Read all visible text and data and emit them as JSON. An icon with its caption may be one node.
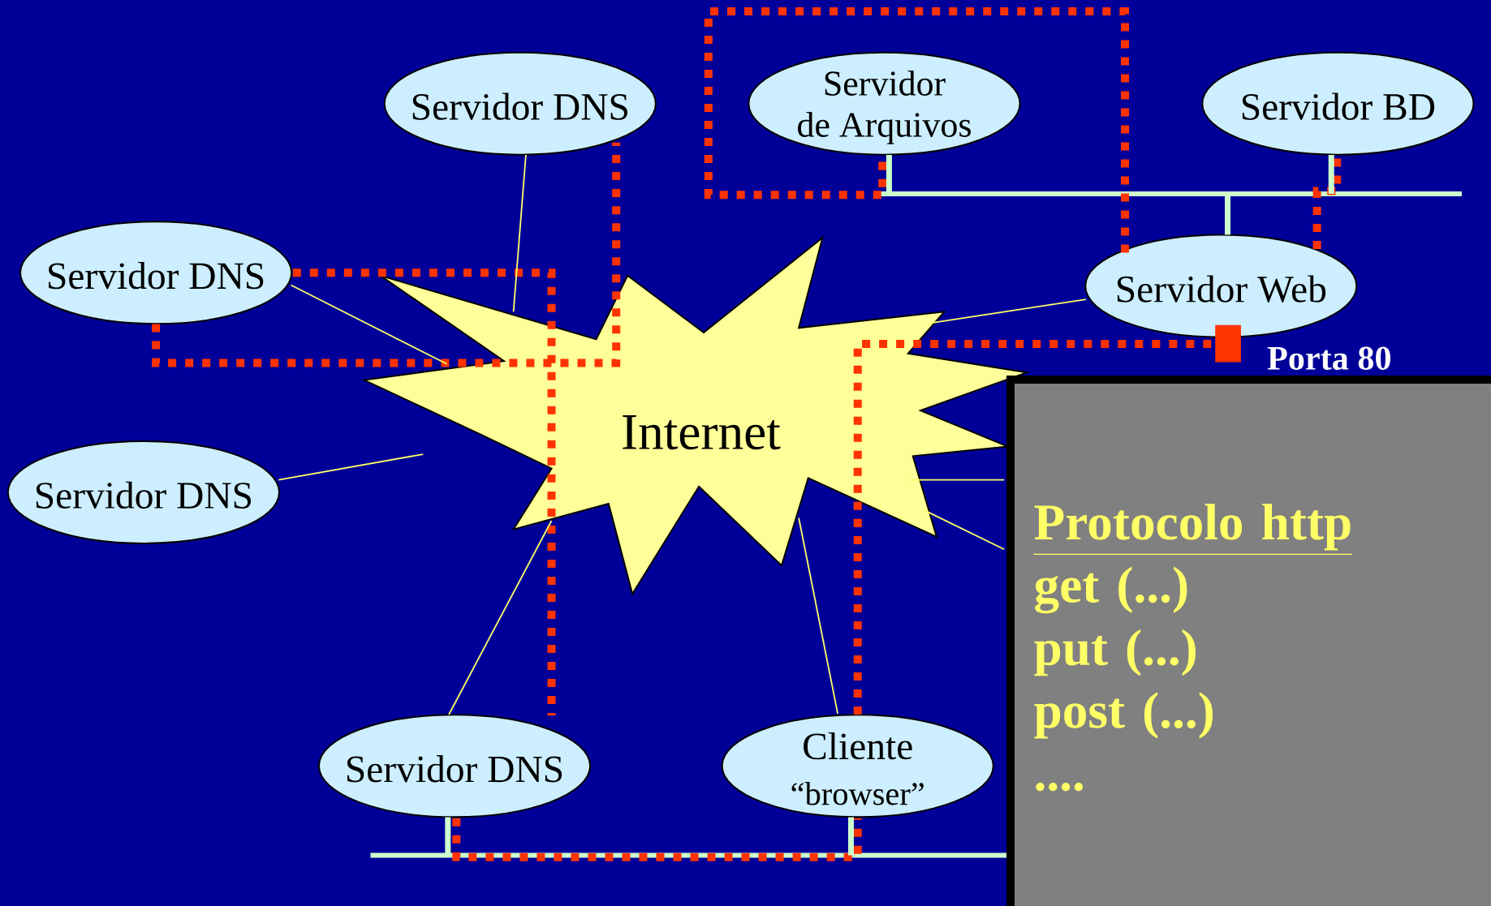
{
  "diagram": {
    "nodes": [
      {
        "text": [
          "Internet"
        ]
      },
      {
        "text": [
          "Servidor DNS"
        ]
      },
      {
        "text": [
          "Servidor de Arquivos"
        ]
      },
      {
        "text": [
          "Servidor BD"
        ]
      },
      {
        "text": [
          "Servidor DNS"
        ]
      },
      {
        "text": [
          "Servidor Web"
        ]
      },
      {
        "text": [
          "Servidor DNS"
        ]
      },
      {
        "text": [
          "Servidor DNS"
        ]
      },
      {
        "text": [
          "Cliente",
          "“browser”"
        ]
      },
      {
        "text": [
          "Protocolo http",
          "get (...)",
          "put (...)",
          "post (...)",
          "...."
        ]
      },
      {
        "text": [],
        "shape": "bar"
      },
      {
        "text": [],
        "shape": "bar"
      }
    ],
    "edges": [
      {
        "from": 1,
        "to": 0,
        "arrow": "none"
      },
      {
        "from": 4,
        "to": 0,
        "arrow": "none"
      },
      {
        "from": 6,
        "to": 0,
        "arrow": "none"
      },
      {
        "from": 7,
        "to": 0,
        "arrow": "none"
      },
      {
        "from": 8,
        "to": 0,
        "arrow": "none"
      },
      {
        "from": 5,
        "to": 0,
        "arrow": "none"
      },
      {
        "from": 0,
        "to": 9,
        "arrow": "none"
      },
      {
        "from": 0,
        "to": 9,
        "arrow": "none"
      },
      {
        "from": 2,
        "to": 10,
        "arrow": "none",
        "style": "thick",
        "color": "#ccffcc"
      },
      {
        "from": 3,
        "to": 10,
        "arrow": "none",
        "style": "thick",
        "color": "#ccffcc"
      },
      {
        "from": 5,
        "to": 10,
        "arrow": "none",
        "style": "thick",
        "color": "#ccffcc"
      },
      {
        "from": 7,
        "to": 11,
        "arrow": "none",
        "style": "thick",
        "color": "#ccffcc"
      },
      {
        "from": 8,
        "to": 11,
        "arrow": "none",
        "style": "thick",
        "color": "#ccffcc"
      }
    ],
    "labels": [
      "Porta 80"
    ]
  }
}
